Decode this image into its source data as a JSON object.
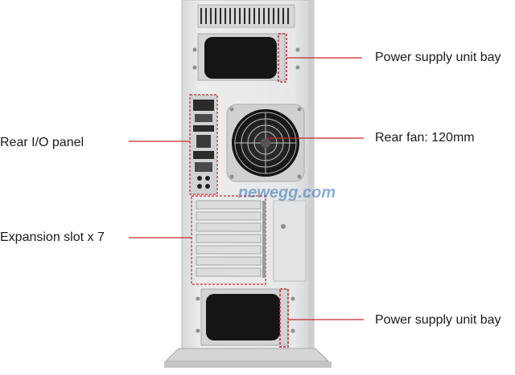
{
  "callouts": {
    "psu_top": "Power supply unit bay",
    "rear_io": "Rear I/O panel",
    "rear_fan": "Rear fan: 120mm",
    "expansion": "Expansion slot x 7",
    "psu_bottom": "Power supply unit bay"
  },
  "watermark": "newegg.com",
  "colors": {
    "callout_line": "#c62828",
    "case_body": "#e3e4e6",
    "case_shadow": "#c9cacd",
    "dark": "#1c1c1c",
    "fan_guard": "#bfc1c4",
    "watermark": "#2f6fb3"
  }
}
